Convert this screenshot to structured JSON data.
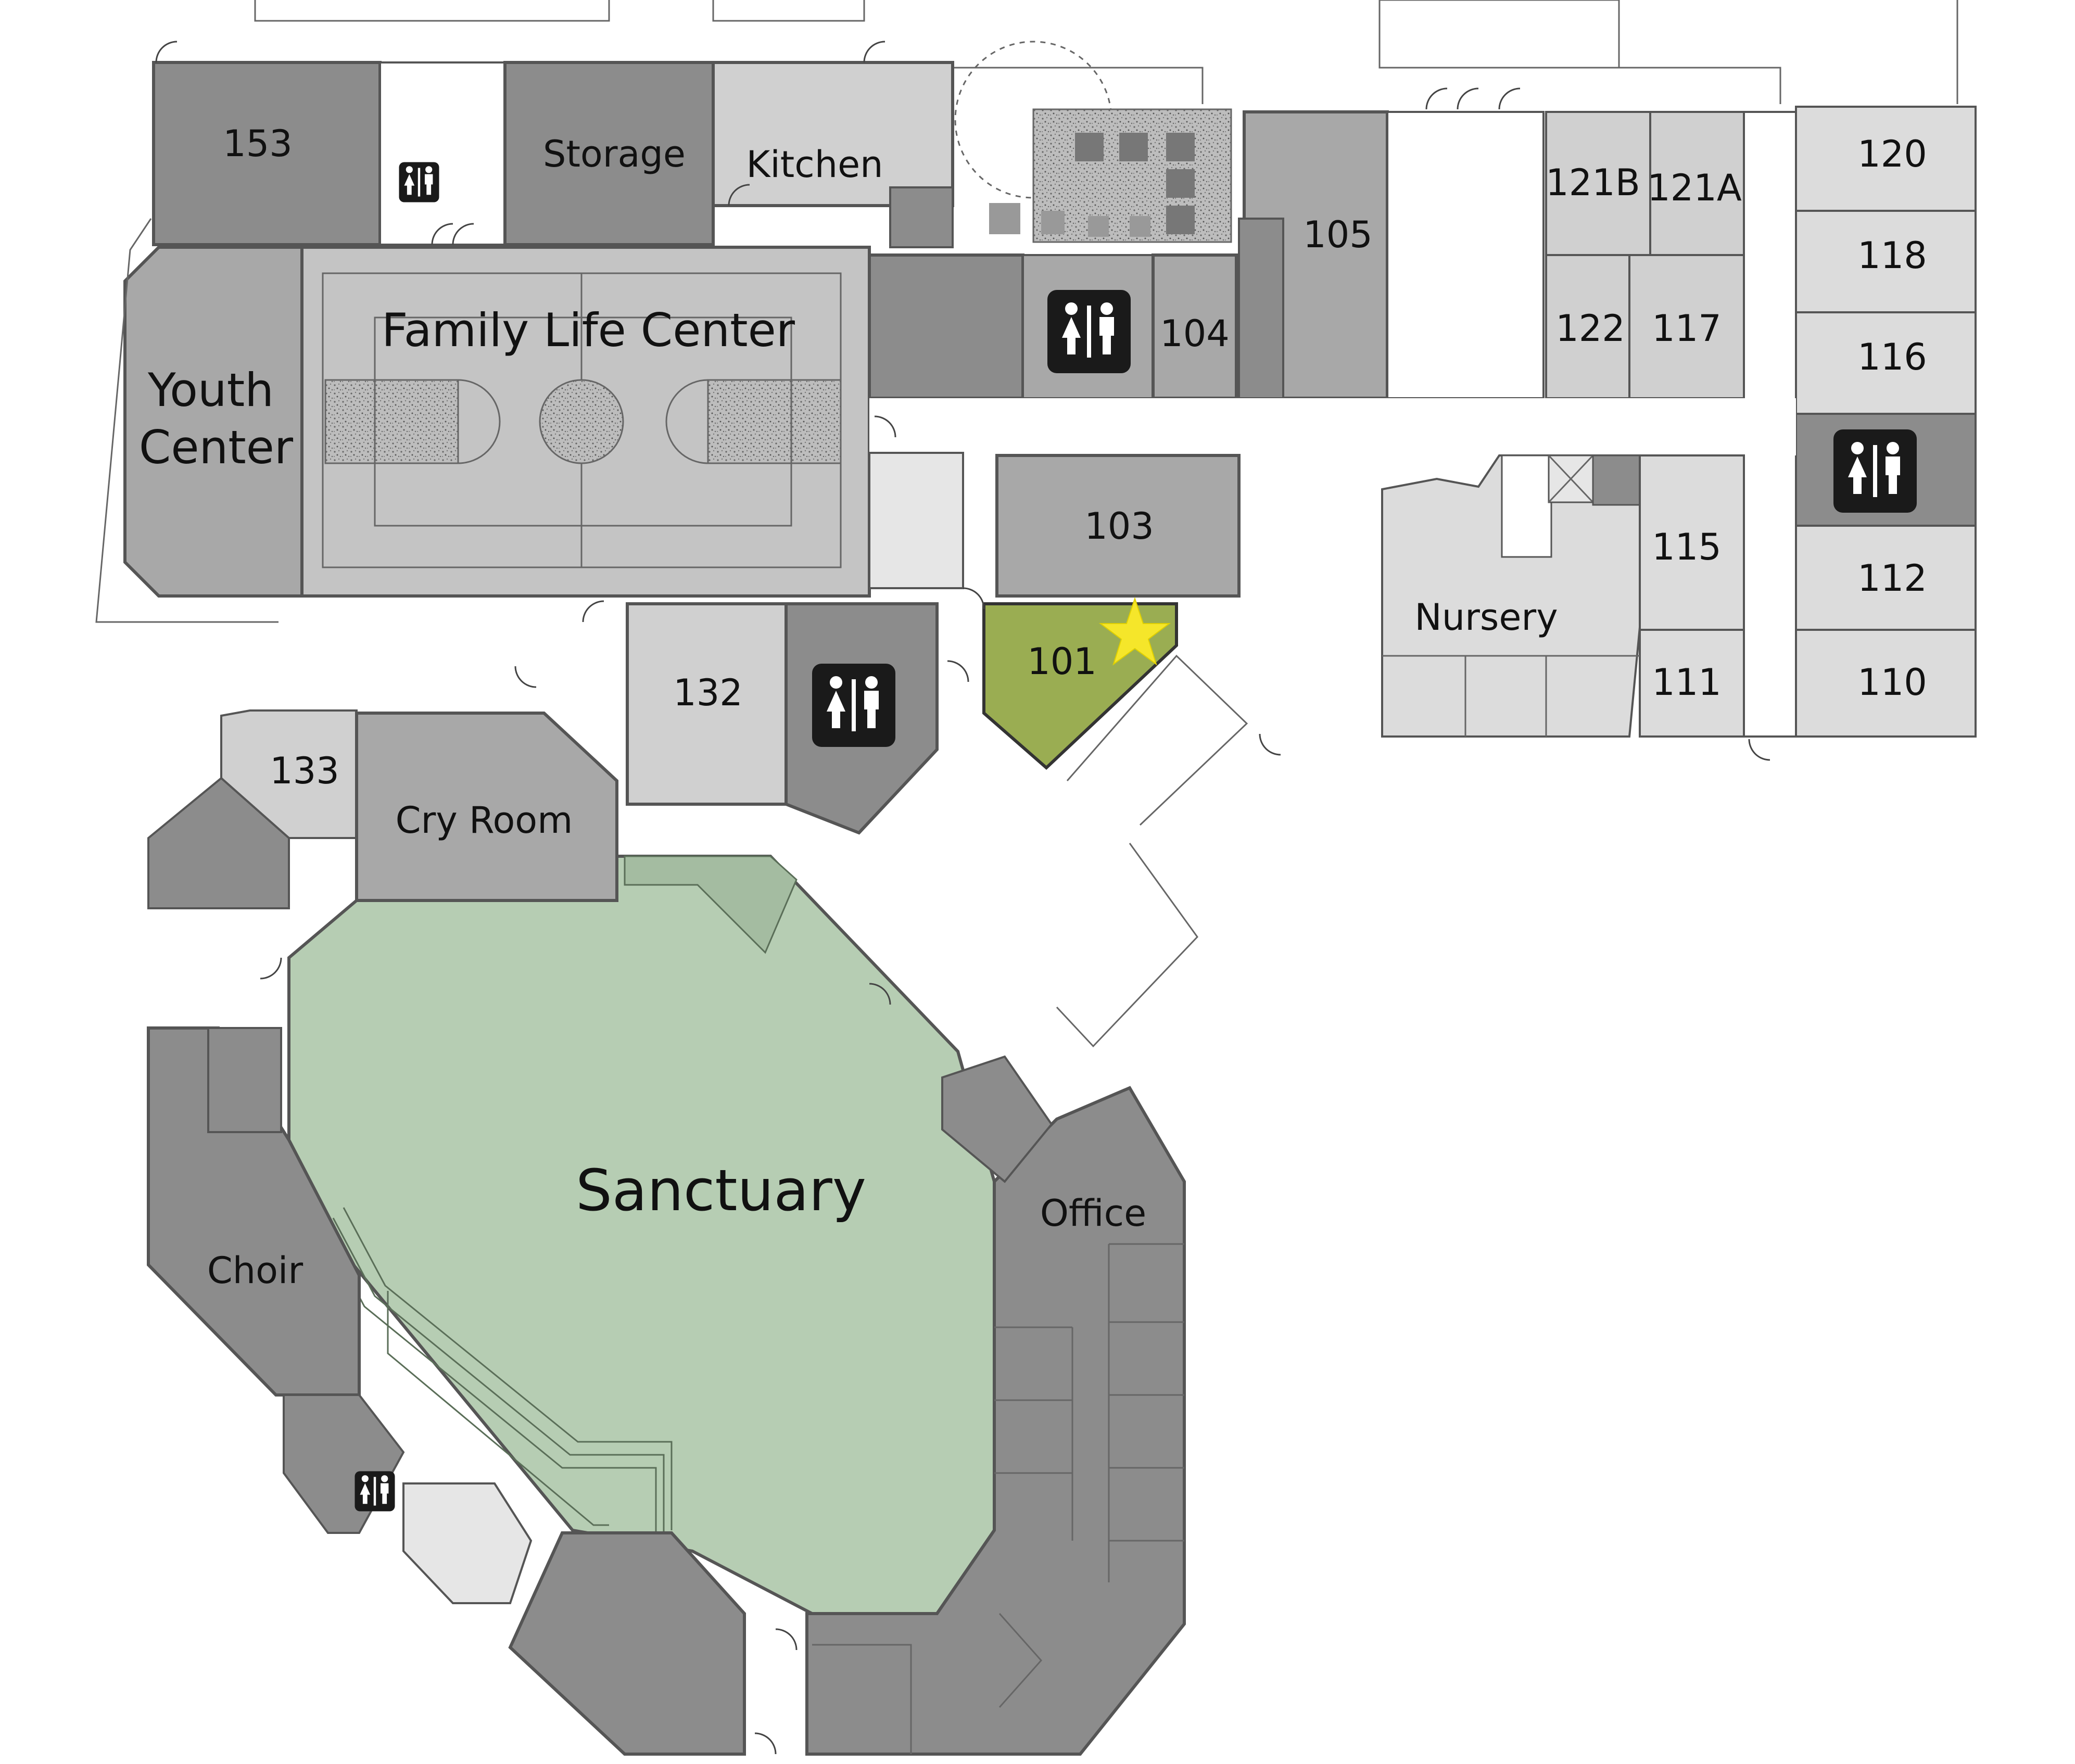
{
  "map": {
    "rooms": [
      {
        "id": "153",
        "label": "153"
      },
      {
        "id": "storage",
        "label": "Storage"
      },
      {
        "id": "kitchen",
        "label": "Kitchen"
      },
      {
        "id": "105",
        "label": "105"
      },
      {
        "id": "121b",
        "label": "121B"
      },
      {
        "id": "121a",
        "label": "121A"
      },
      {
        "id": "120",
        "label": "120"
      },
      {
        "id": "118",
        "label": "118"
      },
      {
        "id": "116",
        "label": "116"
      },
      {
        "id": "122",
        "label": "122"
      },
      {
        "id": "117",
        "label": "117"
      },
      {
        "id": "104",
        "label": "104"
      },
      {
        "id": "family-life",
        "label": "Family Life Center"
      },
      {
        "id": "youth-1",
        "label": "Youth"
      },
      {
        "id": "youth-2",
        "label": "Center"
      },
      {
        "id": "103",
        "label": "103"
      },
      {
        "id": "115",
        "label": "115"
      },
      {
        "id": "112",
        "label": "112"
      },
      {
        "id": "nursery",
        "label": "Nursery"
      },
      {
        "id": "101",
        "label": "101"
      },
      {
        "id": "111",
        "label": "111"
      },
      {
        "id": "110",
        "label": "110"
      },
      {
        "id": "132",
        "label": "132"
      },
      {
        "id": "133",
        "label": "133"
      },
      {
        "id": "cry-room",
        "label": "Cry Room"
      },
      {
        "id": "sanctuary",
        "label": "Sanctuary"
      },
      {
        "id": "office",
        "label": "Office"
      },
      {
        "id": "choir",
        "label": "Choir"
      }
    ],
    "restroom_icons": [
      "restroom-icon",
      "restroom-icon",
      "restroom-icon",
      "restroom-icon",
      "restroom-icon"
    ],
    "marker_icon": "star-icon",
    "colors": {
      "room_dark": "#8c8c8c",
      "room_medium": "#a8a8a8",
      "room_light": "#d0d0d0",
      "room_lighter": "#dcdcdc",
      "sanctuary": "#b6cdb3",
      "highlight_room": "#9aad52",
      "star": "#f5e62a",
      "restroom_bg": "#1a1a1a"
    }
  }
}
